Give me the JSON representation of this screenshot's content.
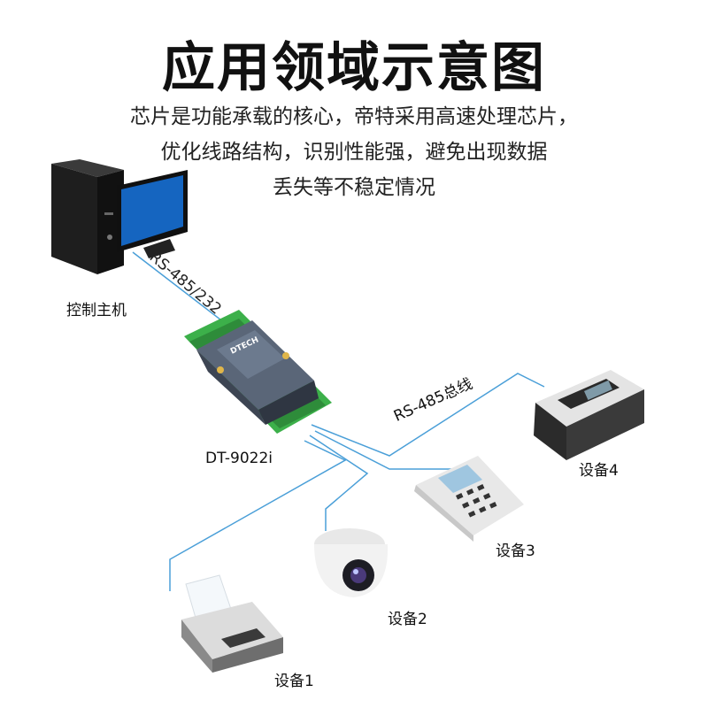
{
  "title": "应用领域示意图",
  "description": [
    "芯片是功能承载的核心，帝特采用高速处理芯片，",
    "优化线路结构，识别性能强，避免出现数据",
    "丢失等不稳定情况"
  ],
  "host": {
    "label": "控制主机"
  },
  "link_label": "RS-485/232",
  "converter": {
    "label": "DT-9022i",
    "brand": "DTECH"
  },
  "bus_label": "RS-485总线",
  "devices": [
    {
      "label": "设备1",
      "icon": "printer-icon"
    },
    {
      "label": "设备2",
      "icon": "dome-camera-icon"
    },
    {
      "label": "设备3",
      "icon": "pos-terminal-icon"
    },
    {
      "label": "设备4",
      "icon": "fax-machine-icon"
    }
  ],
  "colors": {
    "line": "#4a9fd8",
    "terminal": "#3cb04a",
    "screen": "#1565c0"
  }
}
